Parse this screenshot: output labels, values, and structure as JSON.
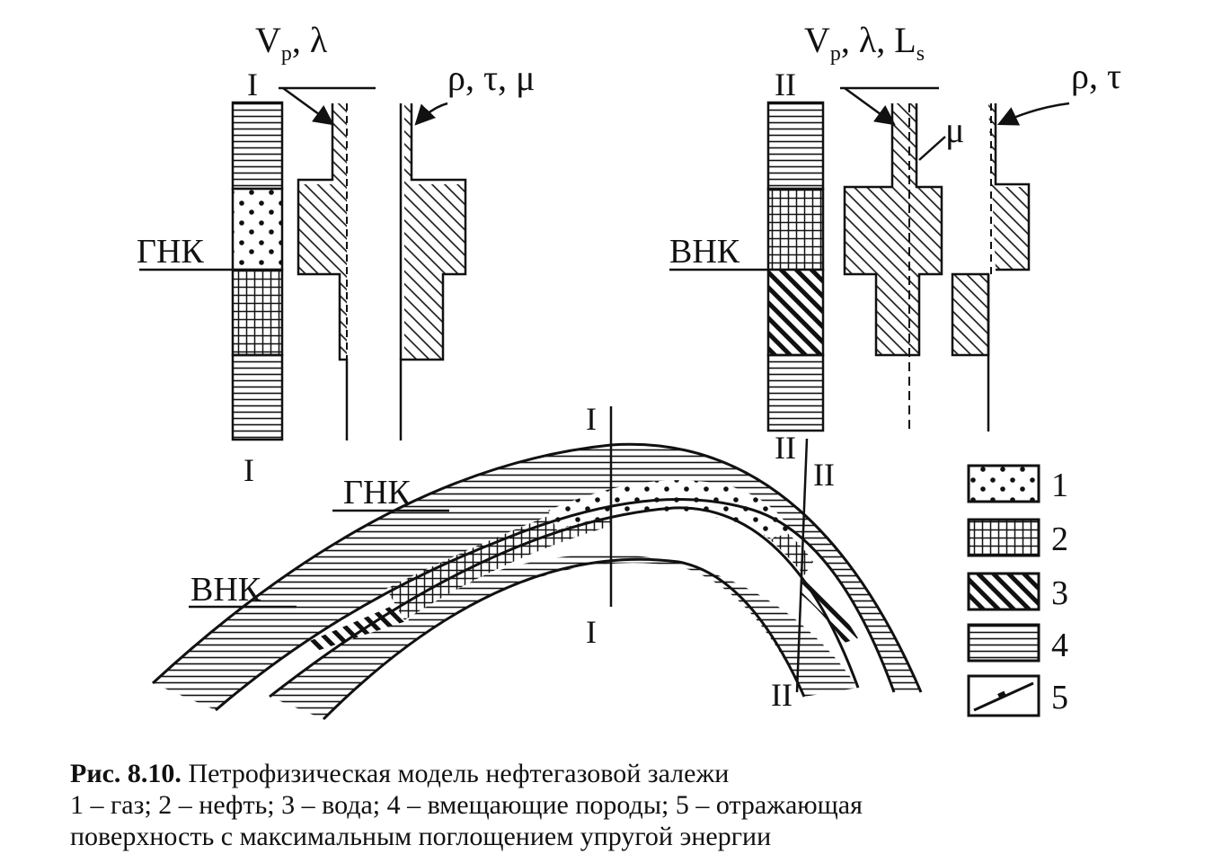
{
  "well_1": {
    "section_top": "I",
    "section_bottom": "I",
    "contact": "ГНК",
    "params_left": "V",
    "params_left_sub": "p",
    "params_left_rest": ", λ",
    "params_right": "ρ, τ, μ"
  },
  "well_2": {
    "section_top": "II",
    "contact": "ВНК",
    "params_left": "V",
    "params_left_sub": "p",
    "params_left_rest": ", λ, L",
    "params_left_sub2": "s",
    "params_mid": "μ",
    "params_right": "ρ, τ"
  },
  "cross_section": {
    "gnk": "ГНК",
    "vnk": "ВНК",
    "line1_top": "I",
    "line1_bottom": "I",
    "line2_top_a": "II",
    "line2_top_b": "II",
    "line2_bottom": "II"
  },
  "legend": {
    "items": [
      {
        "num": "1",
        "pattern": "dots-pattern"
      },
      {
        "num": "2",
        "pattern": "grid-pattern"
      },
      {
        "num": "3",
        "pattern": "diagonal-hatch-pattern"
      },
      {
        "num": "4",
        "pattern": "horizontal-lines-pattern"
      },
      {
        "num": "5",
        "pattern": "reflecting-surface-symbol"
      }
    ]
  },
  "caption": {
    "label": "Рис. 8.10.",
    "title": " Петрофизическая модель нефтегазовой залежи",
    "line2": "1 – газ; 2 – нефть; 3 – вода; 4 – вмещающие породы; 5 – отражающая",
    "line3": "поверхность с максимальным поглощением упругой энергии"
  }
}
